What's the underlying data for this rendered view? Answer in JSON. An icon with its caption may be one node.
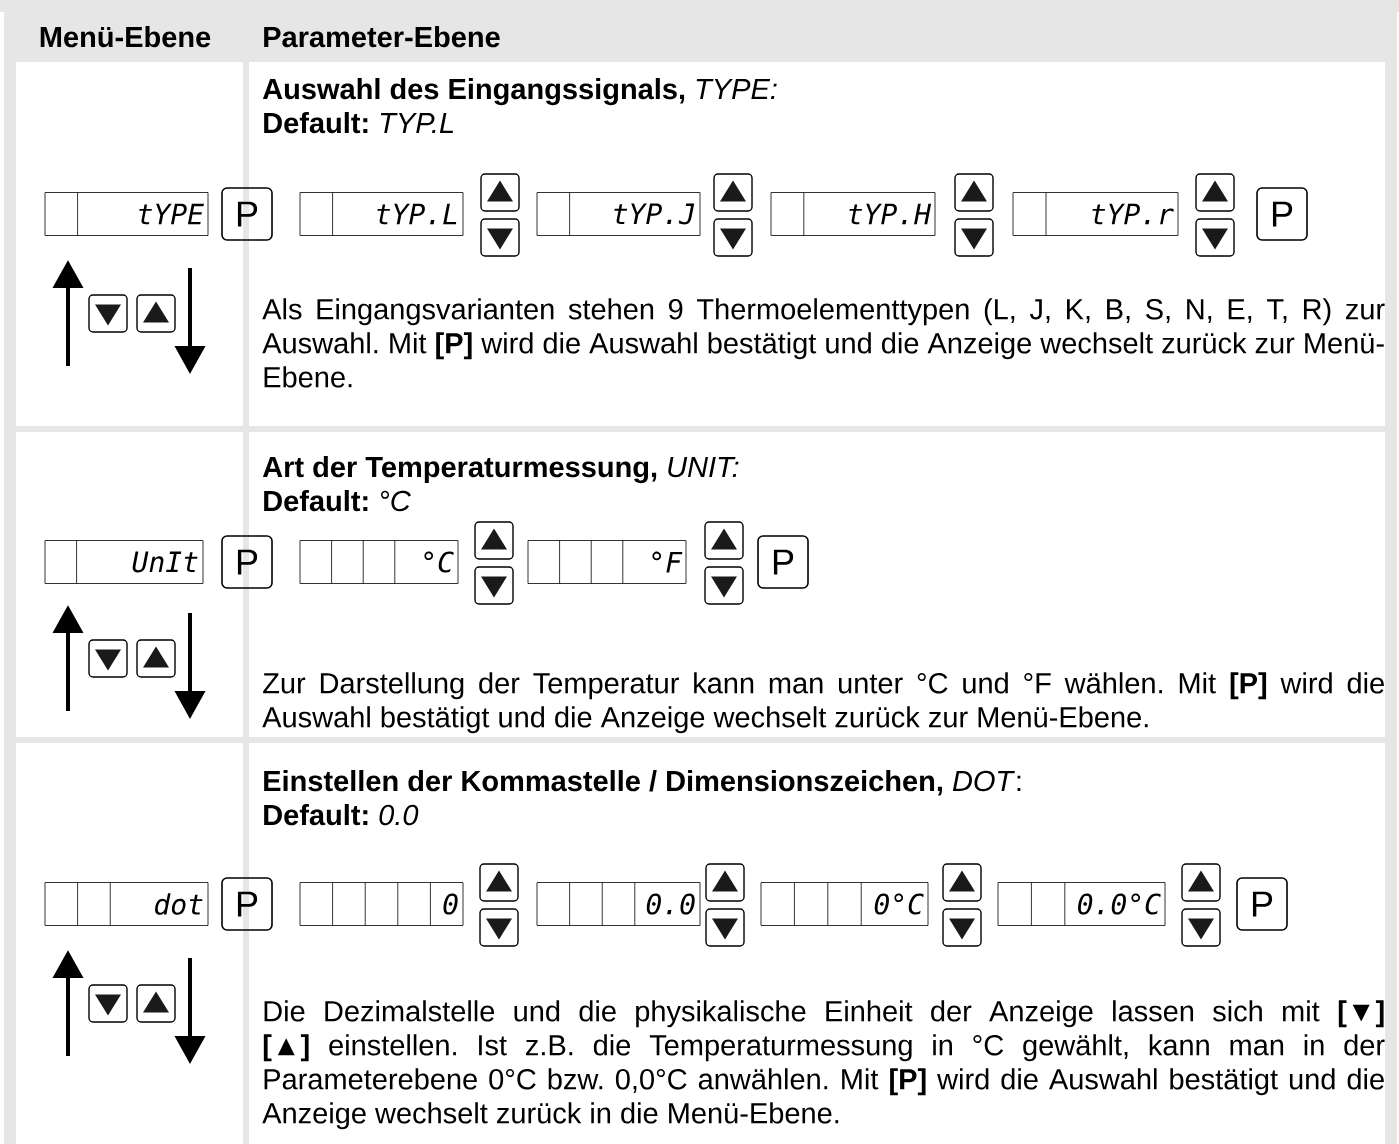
{
  "diagram": {
    "nodes": [
      {
        "text": [
          "tYPE"
        ]
      },
      {
        "text": [
          "P"
        ]
      },
      {
        "text": [
          "tYP.L"
        ]
      },
      {
        "text": [
          "tYP.J"
        ]
      },
      {
        "text": [
          "tYP.H"
        ]
      },
      {
        "text": [
          "tYP.r"
        ]
      },
      {
        "text": [
          "P"
        ]
      },
      {
        "text": [
          "UnIt"
        ]
      },
      {
        "text": [
          "P"
        ]
      },
      {
        "text": [
          "°C"
        ]
      },
      {
        "text": [
          "°F"
        ]
      },
      {
        "text": [
          "P"
        ]
      },
      {
        "text": [
          "dot"
        ]
      },
      {
        "text": [
          "P"
        ]
      },
      {
        "text": [
          "0"
        ]
      },
      {
        "text": [
          "0.0"
        ]
      },
      {
        "text": [
          "0°C"
        ]
      },
      {
        "text": [
          "0.0°C"
        ]
      },
      {
        "text": [
          "P"
        ]
      }
    ],
    "labels": [
      "Menü-Ebene",
      "Parameter-Ebene",
      "**Auswahl des Eingangssignals,** *TYPE:*",
      "**Default:** *TYP.L*",
      "Als Eingangsvarianten stehen 9 Thermoelementtypen (L, J, K, B, S, N, E, T, R) zur Auswahl. Mit **[P]** wird die Auswahl bestätigt und die Anzeige wechselt zurück zur Menü-Ebene.",
      "**Art der Temperaturmessung,** *UNIT:*",
      "**Default:** *°C*",
      "Zur Darstellung der Temperatur kann man unter °C und °F wählen. Mit **[P]** wird die Auswahl bestätigt und die Anzeige wechselt zurück zur Menü-Ebene.",
      "**Einstellen der Kommastelle / Dimensionszeichen,** *DOT*:",
      "**Default:** *0.0*",
      "Die Dezimalstelle und die physikalische Einheit der Anzeige lassen sich mit **[▼] [▲]** einstellen. Ist z.B. die Temperaturmessung in °C gewählt, kann man in der Parameterebene 0°C bzw. 0,0°C anwählen. Mit **[P]** wird die Auswahl bestätigt und die Anzeige wechselt zurück in die Menü-Ebene."
    ]
  }
}
